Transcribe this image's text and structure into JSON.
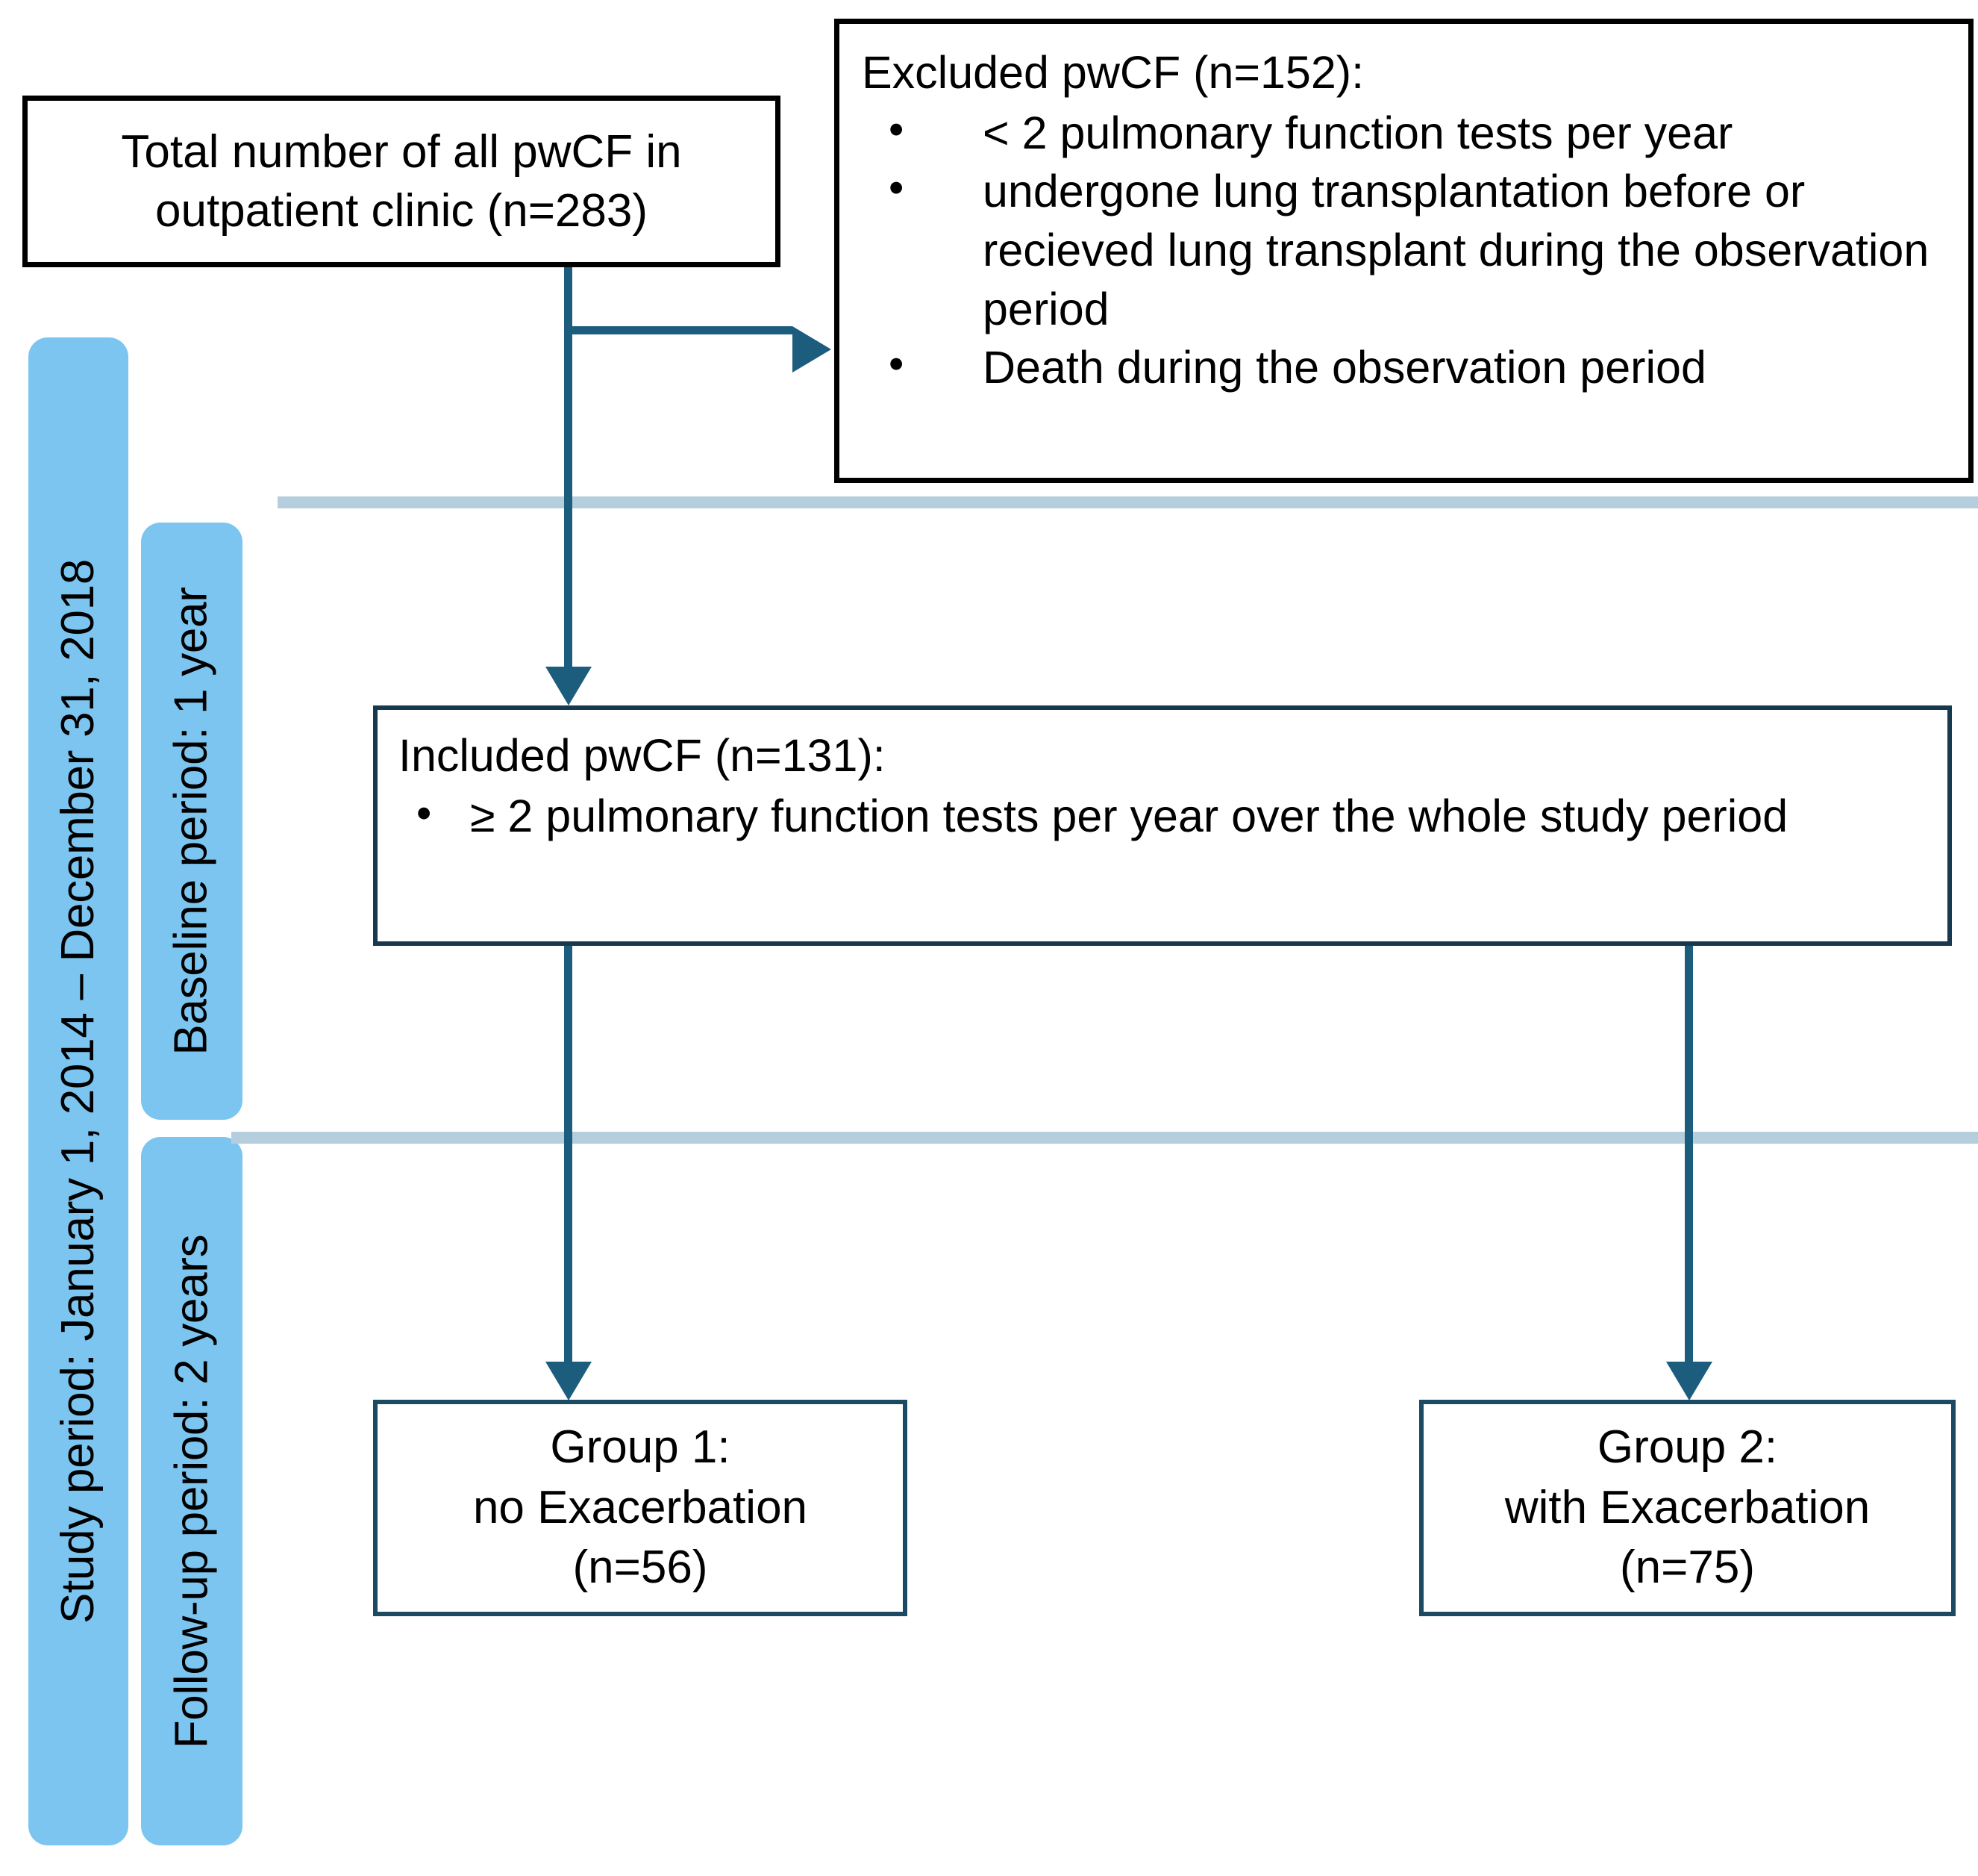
{
  "diagram": {
    "title": "CF study flow diagram",
    "colors": {
      "period_bar": "#7CC5F0",
      "connector": "#1c5d7e",
      "box_border_black": "#000000",
      "box_border_teal": "#17394f",
      "divider": "#b5cedd"
    }
  },
  "period_bars": [
    {
      "name": "study-period",
      "label": "Study period: January 1, 2014 – December 31, 2018"
    },
    {
      "name": "baseline-period",
      "label": "Baseline period: 1 year"
    },
    {
      "name": "followup-period",
      "label": "Follow-up period: 2 years"
    }
  ],
  "nodes": {
    "total": {
      "text": "Total number of all pwCF in outpatient clinic (n=283)"
    },
    "excluded": {
      "header": "Excluded pwCF (n=152):",
      "bullets": [
        "< 2 pulmonary function tests per year",
        "undergone lung transplantation before or recieved lung transplant during the observation period",
        "Death during the observation period"
      ]
    },
    "included": {
      "header": "Included pwCF (n=131):",
      "bullets": [
        "≥ 2 pulmonary function tests per year over the whole study period"
      ]
    },
    "group1": {
      "line1": "Group 1:",
      "line2": "no Exacerbation",
      "line3": "(n=56)"
    },
    "group2": {
      "line1": "Group 2:",
      "line2": "with Exacerbation",
      "line3": "(n=75)"
    }
  }
}
